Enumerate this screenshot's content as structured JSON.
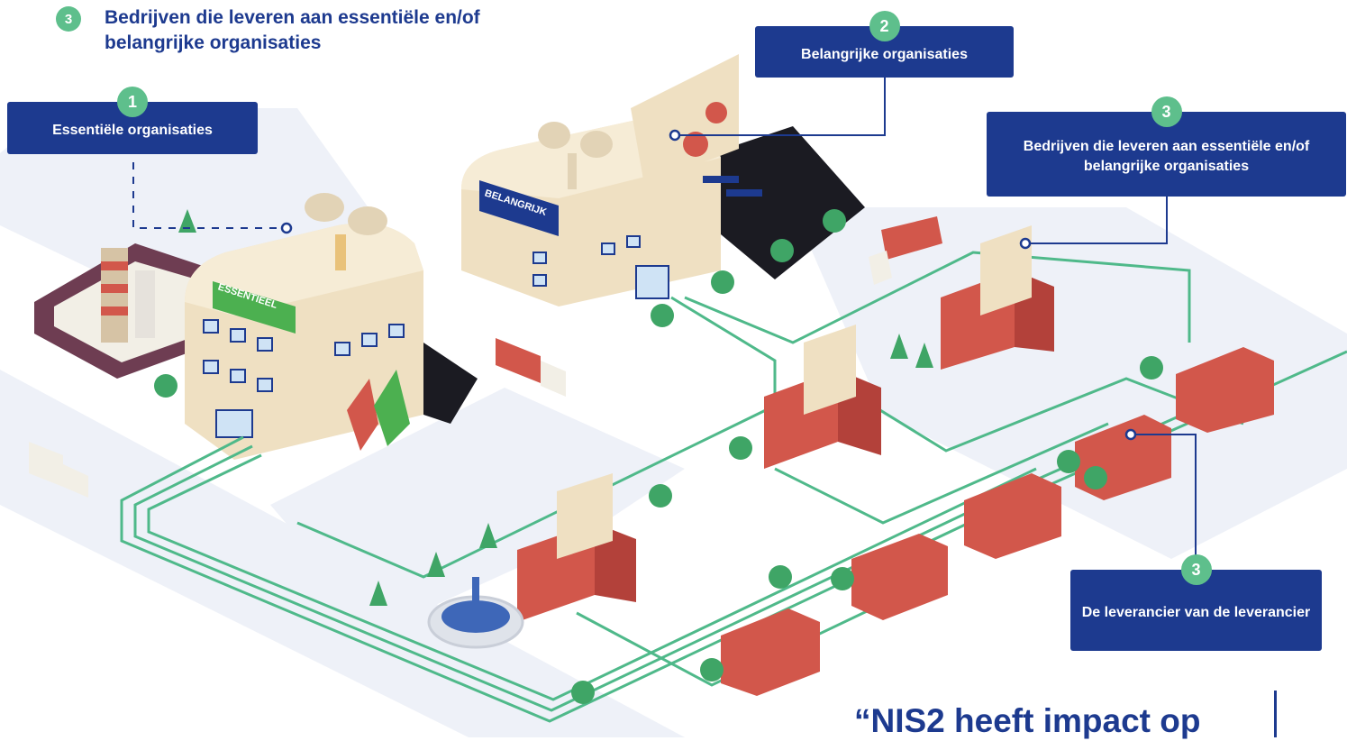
{
  "legend_top": {
    "number": "3",
    "text": "Bedrijven die leveren aan essentiële en/of belangrijke organisaties"
  },
  "callouts": {
    "essential": {
      "number": "1",
      "label": "Essentiële organisaties"
    },
    "important": {
      "number": "2",
      "label": "Belangrijke organisaties"
    },
    "suppliers": {
      "number": "3",
      "label": "Bedrijven die leveren aan essentiële en/of belangrijke organisaties"
    },
    "supplier_of_supplier": {
      "number": "3",
      "label": "De leverancier van de leverancier"
    }
  },
  "building_signs": {
    "essential": "ESSENTIEEL",
    "important": "BELANGRIJK"
  },
  "quote": "“NIS2 heeft impact op",
  "colors": {
    "navy": "#1d3a8f",
    "green_badge": "#5ebf8c",
    "route": "#4fb98a",
    "road": "#eef1f8",
    "cream": "#efe0c2",
    "brick": "#d2574b",
    "tree": "#3fa566"
  }
}
